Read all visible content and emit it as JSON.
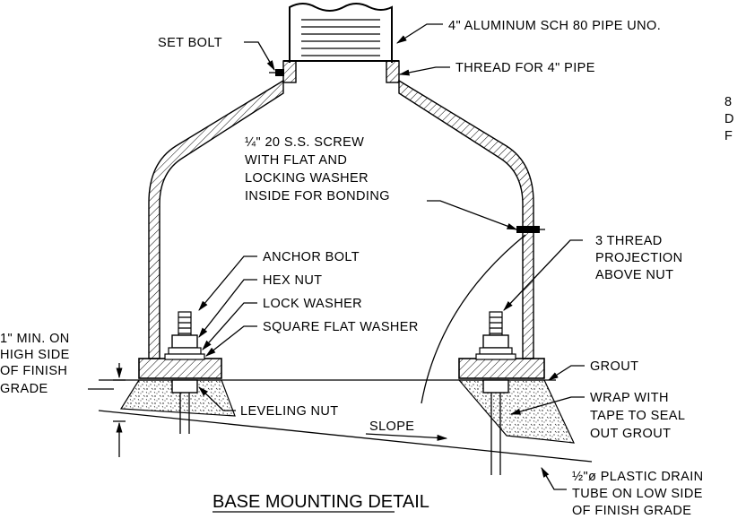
{
  "title": "BASE MOUNTING DETAIL",
  "labels": {
    "pipe": "4\" ALUMINUM SCH 80 PIPE UNO.",
    "set_bolt": "SET BOLT",
    "thread_pipe": "THREAD FOR 4\" PIPE",
    "screw_1": "¼\" 20 S.S. SCREW",
    "screw_2": "WITH FLAT AND",
    "screw_3": "LOCKING WASHER",
    "screw_4": "INSIDE FOR BONDING",
    "anchor_bolt": "ANCHOR BOLT",
    "hex_nut": "HEX NUT",
    "lock_washer": "LOCK WASHER",
    "square_washer": "SQUARE FLAT WASHER",
    "projection_1": "3 THREAD",
    "projection_2": "PROJECTION",
    "projection_3": "ABOVE NUT",
    "min_1": "1\" MIN. ON",
    "min_2": "HIGH SIDE",
    "min_3": "OF FINISH",
    "min_4": "GRADE",
    "leveling_nut": "LEVELING NUT",
    "slope": "SLOPE",
    "grout": "GROUT",
    "wrap_1": "WRAP WITH",
    "wrap_2": "TAPE TO SEAL",
    "wrap_3": "OUT GROUT",
    "drain_1": "½\"ø PLASTIC DRAIN",
    "drain_2": "TUBE ON LOW SIDE",
    "drain_3": "OF FINISH GRADE",
    "cut_1": "8",
    "cut_2": "D",
    "cut_3": "F"
  }
}
